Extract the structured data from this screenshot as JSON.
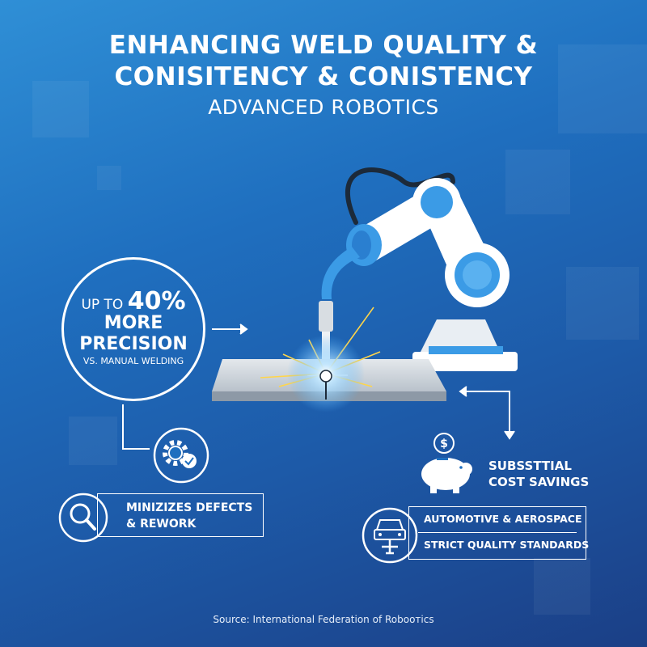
{
  "title_line1": "ENHANCING WELD QUALITY &",
  "title_line2": "CONISITENCY & CONISTENCY",
  "subtitle": "ADVANCED ROBOTICS",
  "stat": {
    "prefix": "UP TO",
    "value": "40%",
    "line2": "MORE",
    "line3": "PRECISION",
    "caption": "VS. MANUAL WELDING"
  },
  "defects": {
    "line1": "MINIZIZES DEFECTS",
    "line2": "& REWORK",
    "icon": "magnifier-icon"
  },
  "gear_icon": "gear-check-icon",
  "savings": {
    "line1": "SUBSSTTIAL",
    "line2": "COST SAVINGS",
    "icon": "piggy-bank-icon"
  },
  "industry": {
    "line1": "AUTOMOTIVE & AEROSPACE",
    "line2": "STRICT QUALITY STANDARDS",
    "icon": "car-plane-icon"
  },
  "source": "Source: International Federation of Roboотics",
  "colors": {
    "background_top": "#2f8fd6",
    "background_bottom": "#1b3f86",
    "robot_accent": "#3b9be6",
    "text": "#ffffff"
  }
}
